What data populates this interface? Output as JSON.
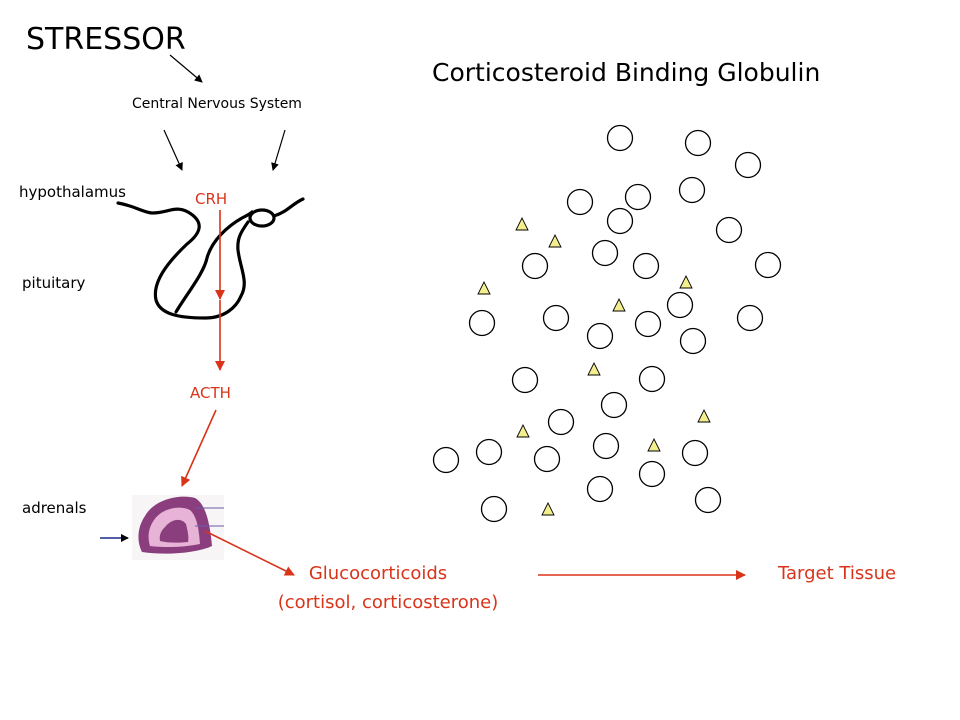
{
  "stressor": "STRESSOR",
  "cns": "Central Nervous System",
  "hypothalamus": "hypothalamus",
  "pituitary": "pituitary",
  "adrenals": "adrenals",
  "crh": "CRH",
  "acth": "ACTH",
  "glucocorticoids": "Glucocorticoids",
  "glucocorticoids_examples": "(cortisol, corticosterone)",
  "target_tissue": "Target Tissue",
  "cbg_title": "Corticosteroid Binding Globulin",
  "colors": {
    "hormone_red": "#d9341a",
    "triangle_fill": "#f3ee8e",
    "adrenal_purple": "#8a3e7e",
    "adrenal_pink": "#e7b3d6"
  }
}
